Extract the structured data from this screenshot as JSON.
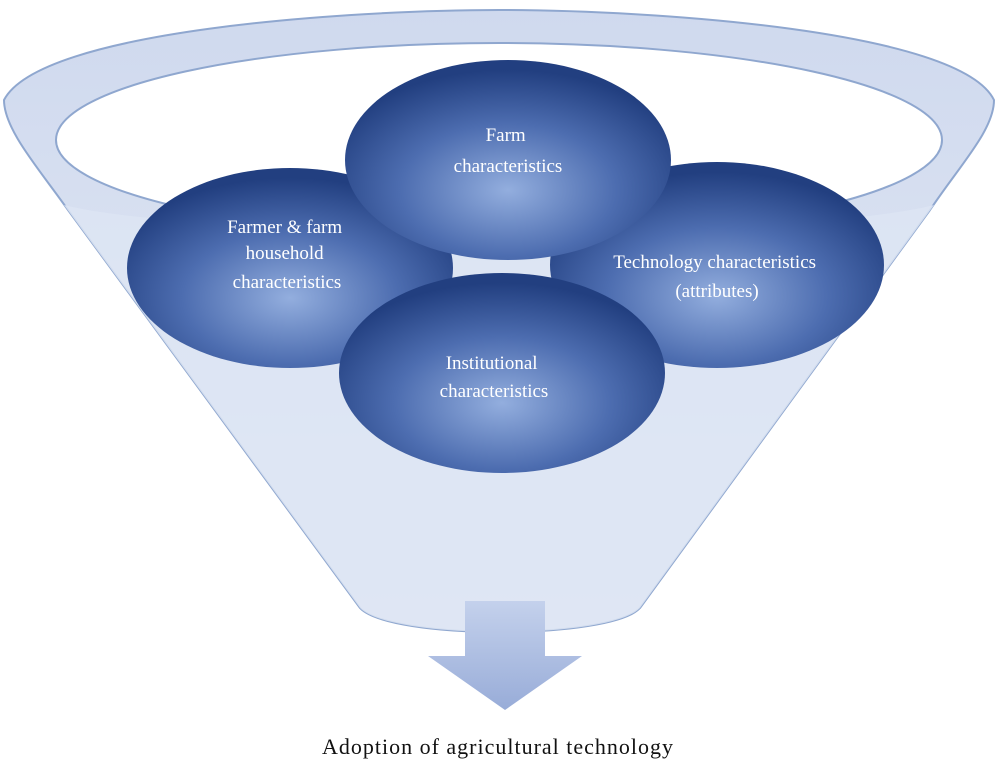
{
  "diagram": {
    "circles": {
      "farm": [
        "Farm",
        "characteristics"
      ],
      "farmer": [
        "Farmer & farm",
        "household",
        "characteristics"
      ],
      "technology": [
        "Technology characteristics",
        "(attributes)"
      ],
      "institutional": [
        "Institutional",
        "characteristics"
      ]
    },
    "output_label": "Adoption of agricultural technology",
    "colors": {
      "funnel_fill": "#dbe3f1",
      "funnel_stroke": "#8fa7cf",
      "circle_dark": "#2a4a8c",
      "circle_light": "#7f9bd0",
      "arrow": "#aebfe2"
    }
  }
}
